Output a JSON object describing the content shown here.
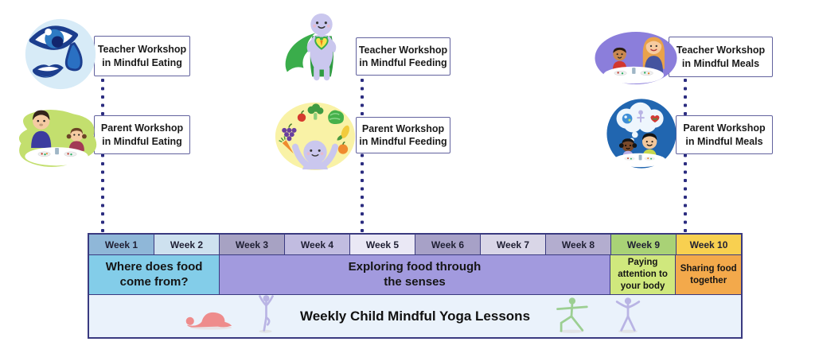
{
  "page": {
    "background": "#ffffff"
  },
  "workshops": {
    "eating": {
      "teacher_label": "Teacher Workshop\nin Mindful Eating",
      "parent_label": "Parent Workshop\nin Mindful Eating"
    },
    "feeding": {
      "teacher_label": "Teacher Workshop\nin Mindful Feeding",
      "parent_label": "Parent Workshop\nin Mindful Feeding"
    },
    "meals": {
      "teacher_label": "Teacher Workshop\nin Mindful Meals",
      "parent_label": "Parent Workshop\nin Mindful Meals"
    }
  },
  "timeline": {
    "weeks": [
      {
        "label": "Week 1",
        "color": "#8fb7d8"
      },
      {
        "label": "Week 2",
        "color": "#cee1ef"
      },
      {
        "label": "Week 3",
        "color": "#a7a2c3"
      },
      {
        "label": "Week 4",
        "color": "#c1bce0"
      },
      {
        "label": "Week 5",
        "color": "#eae8f5"
      },
      {
        "label": "Week 6",
        "color": "#a7a1c7"
      },
      {
        "label": "Week 7",
        "color": "#d9d6e7"
      },
      {
        "label": "Week 8",
        "color": "#b3adcf"
      },
      {
        "label": "Week 9",
        "color": "#a9d276"
      },
      {
        "label": "Week 10",
        "color": "#f8d050"
      }
    ],
    "phases": [
      {
        "label": "Where does food\ncome from?",
        "weeks_span": 2,
        "color": "#83cde9"
      },
      {
        "label": "Exploring food through\nthe senses",
        "weeks_span": 6,
        "color": "#a29ade"
      },
      {
        "label": "Paying\nattention to\nyour body",
        "weeks_span": 1,
        "color": "#d0e87d"
      },
      {
        "label": "Sharing food\ntogether",
        "weeks_span": 1,
        "color": "#f3a94b"
      }
    ],
    "yoga_row": {
      "label": "Weekly Child Mindful Yoga Lessons",
      "background": "#eaf2fb"
    }
  },
  "icons": {
    "senses_face": "senses-face-icon",
    "family_meal": "family-meal-icon",
    "veggie_hero": "veggie-hero-icon",
    "foods_circle": "foods-circle-icon",
    "teacher_student_meal": "teacher-student-meal-icon",
    "thinking_kids": "thinking-kids-icon",
    "childs_pose": "childs-pose-icon",
    "tree_pose": "tree-pose-icon",
    "warrior_pose": "warrior-pose-icon",
    "star_pose": "star-pose-icon"
  },
  "style": {
    "connector_color": "#2c2d80",
    "box_border_color": "#62629e",
    "table_border_color": "#3a3a80",
    "text_color": "#1a1a1a"
  }
}
